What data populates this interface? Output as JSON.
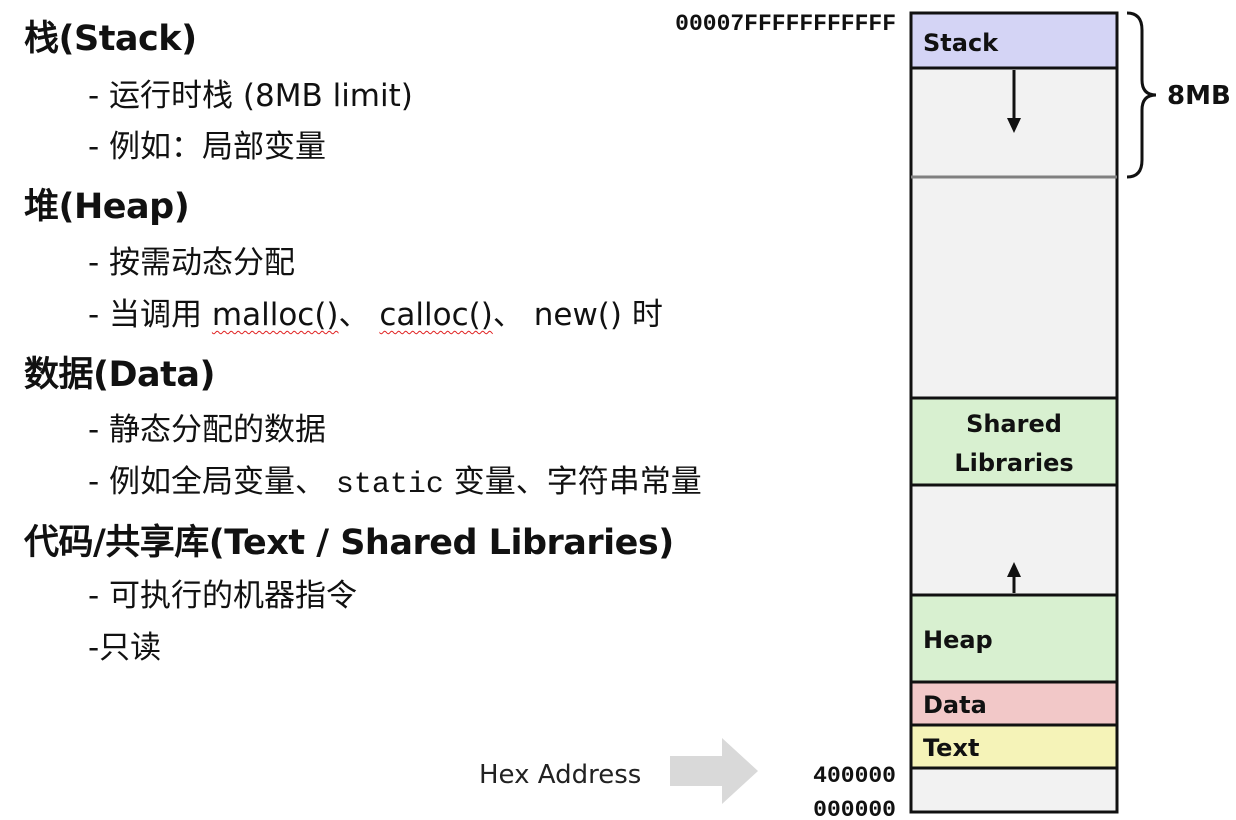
{
  "sections": {
    "stack": {
      "heading": "栈(Stack)",
      "bullet1": "- 运行时栈 (8MB limit)",
      "bullet2": "- 例如：局部变量"
    },
    "heap": {
      "heading": "堆(Heap)",
      "bullet1": "- 按需动态分配",
      "bullet2_prefix": "- 当调用 ",
      "bullet2_fn1": "malloc()",
      "bullet2_sep1": "、 ",
      "bullet2_fn2": "calloc()",
      "bullet2_sep2": "、 ",
      "bullet2_fn3": "new()",
      "bullet2_suffix": " 时"
    },
    "data": {
      "heading": "数据(Data)",
      "bullet1": "- 静态分配的数据",
      "bullet2_prefix": "- 例如全局变量、 ",
      "bullet2_keyword": "static",
      "bullet2_suffix": " 变量、字符串常量"
    },
    "text": {
      "heading": "代码/共享库(Text  / Shared Libraries)",
      "bullet1": "- 可执行的机器指令",
      "bullet2": "-只读"
    }
  },
  "diagram": {
    "top_address": "00007FFFFFFFFFFF",
    "brace_label": "8MB",
    "hex_address_label": "Hex Address",
    "address_400000": "400000",
    "address_000000": "000000",
    "segments": {
      "stack": "Stack",
      "shared_line1": "Shared",
      "shared_line2": "Libraries",
      "heap": "Heap",
      "data": "Data",
      "text": "Text"
    },
    "colors": {
      "stack": "#d4d4f5",
      "shared": "#d8f0d0",
      "heap": "#d8f0d0",
      "data": "#f2c8c8",
      "text": "#f5f3b8",
      "free": "#f2f2f2",
      "border": "#111111",
      "arrow_fill": "#d9d9d9"
    }
  }
}
